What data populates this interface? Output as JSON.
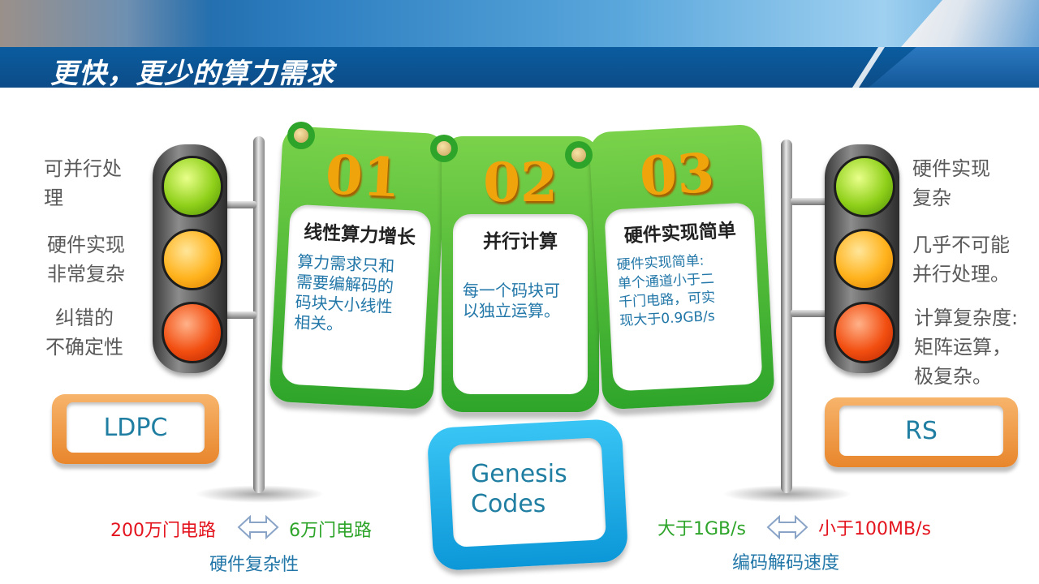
{
  "title": "更快，更少的算力需求",
  "left": {
    "labels": [
      [
        "可并行处",
        "理"
      ],
      [
        "硬件实现",
        "非常复杂"
      ],
      [
        "纠错的",
        "不确定性"
      ]
    ],
    "code_name": "LDPC"
  },
  "right": {
    "labels": [
      [
        "硬件实现",
        "复杂"
      ],
      [
        "几乎不可能",
        "并行处理。"
      ],
      [
        "计算复杂度:",
        "矩阵运算，",
        "极复杂。"
      ]
    ],
    "code_name": "RS"
  },
  "cards": [
    {
      "number": "01",
      "heading": "线性算力增长",
      "lines": [
        "算力需求只和",
        "需要编解码的",
        "码块大小线性",
        "相关。"
      ]
    },
    {
      "number": "02",
      "heading": "并行计算",
      "lines": [
        "每一个码块可",
        "以独立运算。"
      ]
    },
    {
      "number": "03",
      "heading": "硬件实现简单",
      "lines": [
        "硬件实现简单:",
        "单个通道小于二",
        "千门电路，可实",
        "现大于0.9GB/s"
      ]
    }
  ],
  "center_code": {
    "line1": "Genesis",
    "line2": "Codes"
  },
  "bottom_left": {
    "left_value": "200万门电路",
    "right_value": "6万门电路",
    "caption": "硬件复杂性"
  },
  "bottom_right": {
    "left_value": "大于1GB/s",
    "right_value": "小于100MB/s",
    "caption": "编码解码速度"
  },
  "colors": {
    "title_bar": "#0d4c88",
    "card_green": "#2ea52a",
    "accent_orange": "#e8862c",
    "accent_blue": "#0c97d8"
  }
}
